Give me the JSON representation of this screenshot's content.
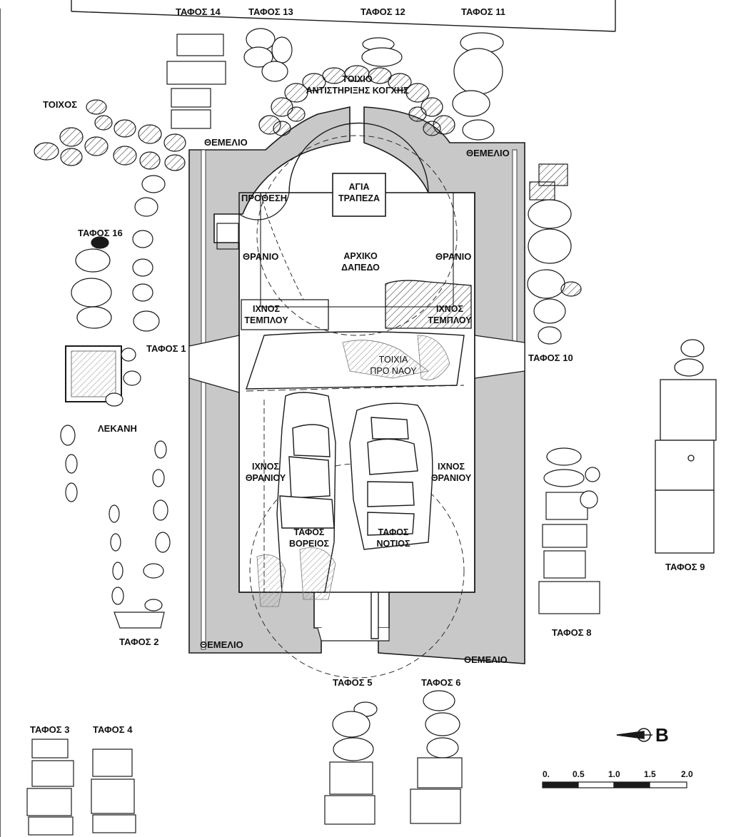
{
  "labels": {
    "tafos14": "ΤΑΦΟΣ 14",
    "tafos13": "ΤΑΦΟΣ 13",
    "tafos12": "ΤΑΦΟΣ 12",
    "tafos11": "ΤΑΦΟΣ 11",
    "toixio_line1": "ΤΟΙΧΙΟ",
    "toixio_line2": "ΑΝΤΙΣΤΗΡΙΞΗΣ ΚΟΓΧΗΣ",
    "toixos": "ΤΟΙΧΟΣ",
    "themelio_nw": "ΘΕΜΕΛΙΟ",
    "themelio_ne": "ΘΕΜΕΛΙΟ",
    "themelio_sw": "ΘΕΜΕΛΙΟ",
    "themelio_se": "ΘΕΜΕΛΙΟ",
    "agia_line1": "ΑΓΙΑ",
    "agia_line2": "ΤΡΑΠΕΖΑ",
    "prothesi": "ΠΡΟΘΕΣΗ",
    "tafos16": "ΤΑΦΟΣ 16",
    "thranio_left": "ΘΡΑΝΙΟ",
    "thranio_right": "ΘΡΑΝΙΟ",
    "arxiko_line1": "ΑΡΧΙΚΟ",
    "arxiko_line2": "ΔΑΠΕΔΟ",
    "ixnos_templou_left_1": "ΙΧΝΟΣ",
    "ixnos_templou_left_2": "ΤΕΜΠΛΟΥ",
    "ixnos_templou_right_1": "ΙΧΝΟΣ",
    "ixnos_templou_right_2": "ΤΕΜΠΛΟΥ",
    "tafos1": "ΤΑΦΟΣ 1",
    "tafos10": "ΤΑΦΟΣ 10",
    "toixia_line1": "ΤΟΙΧΙΑ",
    "toixia_line2": "ΠΡΟ ΝΑΟΥ",
    "lekani": "ΛΕΚΑΝΗ",
    "ixnos_thraniou_left_1": "ΙΧΝΟΣ",
    "ixnos_thraniou_left_2": "ΘΡΑΝΙΟΥ",
    "ixnos_thraniou_right_1": "ΙΧΝΟΣ",
    "ixnos_thraniou_right_2": "ΘΡΑΝΙΟΥ",
    "tafos_voreios_1": "ΤΑΦΟΣ",
    "tafos_voreios_2": "ΒΟΡΕΙΟΣ",
    "tafos_notios_1": "ΤΑΦΟΣ",
    "tafos_notios_2": "ΝΟΤΙΟΣ",
    "tafos9": "ΤΑΦΟΣ 9",
    "tafos8": "ΤΑΦΟΣ 8",
    "tafos2": "ΤΑΦΟΣ 2",
    "tafos5": "ΤΑΦΟΣ 5",
    "tafos6": "ΤΑΦΟΣ 6",
    "tafos3": "ΤΑΦΟΣ 3",
    "tafos4": "ΤΑΦΟΣ 4"
  },
  "north_arrow": {
    "letter": "Β"
  },
  "scale_bar": {
    "ticks": [
      "0.",
      "0.5",
      "1.0",
      "1.5",
      "2.0"
    ]
  },
  "colors": {
    "foundation_gray": "#c8c8c8",
    "line": "#1a1a1a",
    "hatch_gray": "#9a9a9a"
  }
}
